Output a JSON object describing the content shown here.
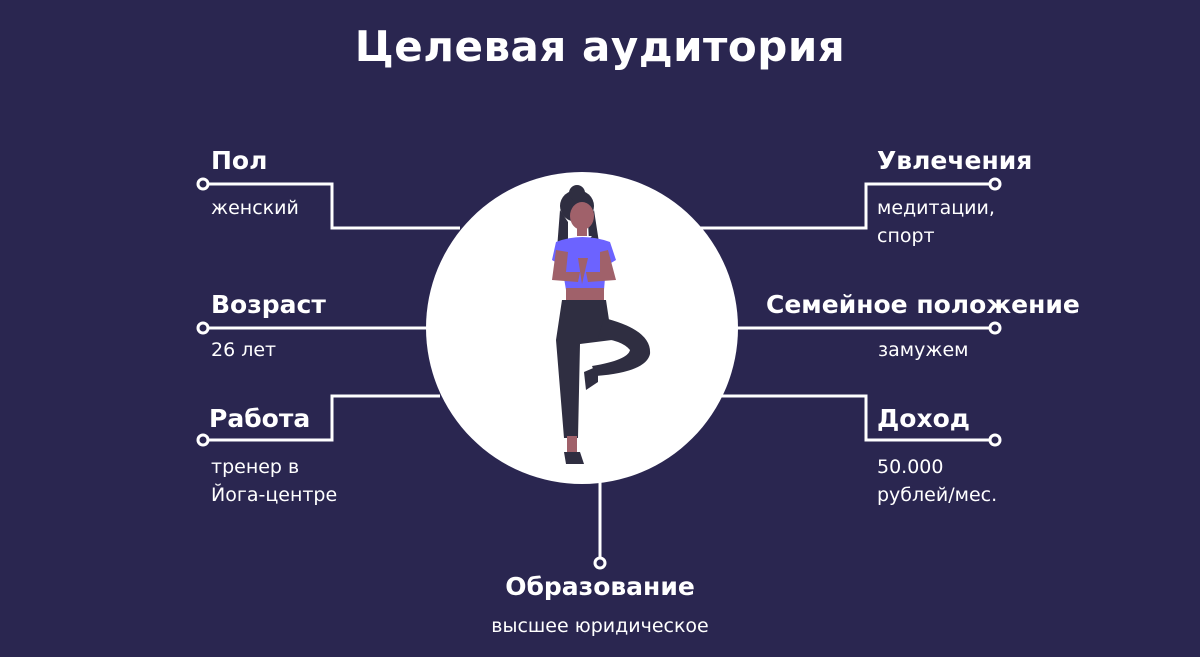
{
  "title": "Целевая аудитория",
  "items": {
    "gender": {
      "label": "Пол",
      "value": "женский"
    },
    "age": {
      "label": "Возраст",
      "value": "26 лет"
    },
    "work": {
      "label": "Работа",
      "value_lines": [
        "тренер в",
        "Йога-центре"
      ]
    },
    "hobbies": {
      "label": "Увлечения",
      "value_lines": [
        "медитации,",
        "спорт"
      ]
    },
    "family": {
      "label": "Семейное положение",
      "value": "замужем"
    },
    "income": {
      "label": "Доход",
      "value_lines": [
        "50.000",
        "рублей/мес."
      ]
    },
    "education": {
      "label": "Образование",
      "value": "высшее юридическое"
    }
  },
  "colors": {
    "background": "#2a2650",
    "line": "#ffffff",
    "shirt": "#6c63ff",
    "pants": "#2f2e41",
    "skin": "#a0616a"
  },
  "illustration": "woman-yoga-tree-pose"
}
